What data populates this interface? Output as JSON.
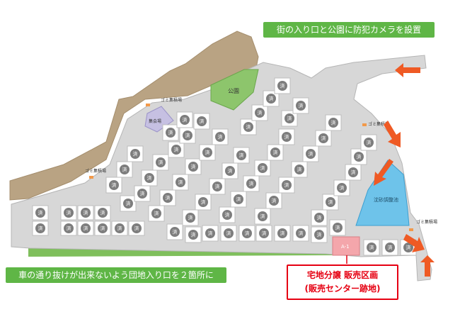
{
  "labels": {
    "park": "公園",
    "meeting_hall": "集会場",
    "pond": "沈砂調整池",
    "garbage": "ゴミ集積場",
    "sold": "済",
    "sale_lot": "A-1"
  },
  "callouts": {
    "cameras": "街の入り口と公園に防犯カメラを設置",
    "entrances": "車の通り抜けが出来ないよう団地入り口を２箇所に",
    "sale_title": "宅地分譲 販売区画",
    "sale_subtitle": "(販売センター跡地)"
  },
  "colors": {
    "hill": "#b9a383",
    "road": "#d7d7d7",
    "lot_fill": "#ffffff",
    "sold_badge": "#7d7d7d",
    "park": "#8dc56c",
    "pond": "#6ec3ea",
    "sale_lot": "#f4a6ab",
    "callout_green": "#5fb646",
    "accent_red": "#e60012",
    "arrow": "#ef5a24"
  },
  "icons": {
    "arrows": "entrance-arrow-icon",
    "sold": "sold-badge-icon"
  }
}
